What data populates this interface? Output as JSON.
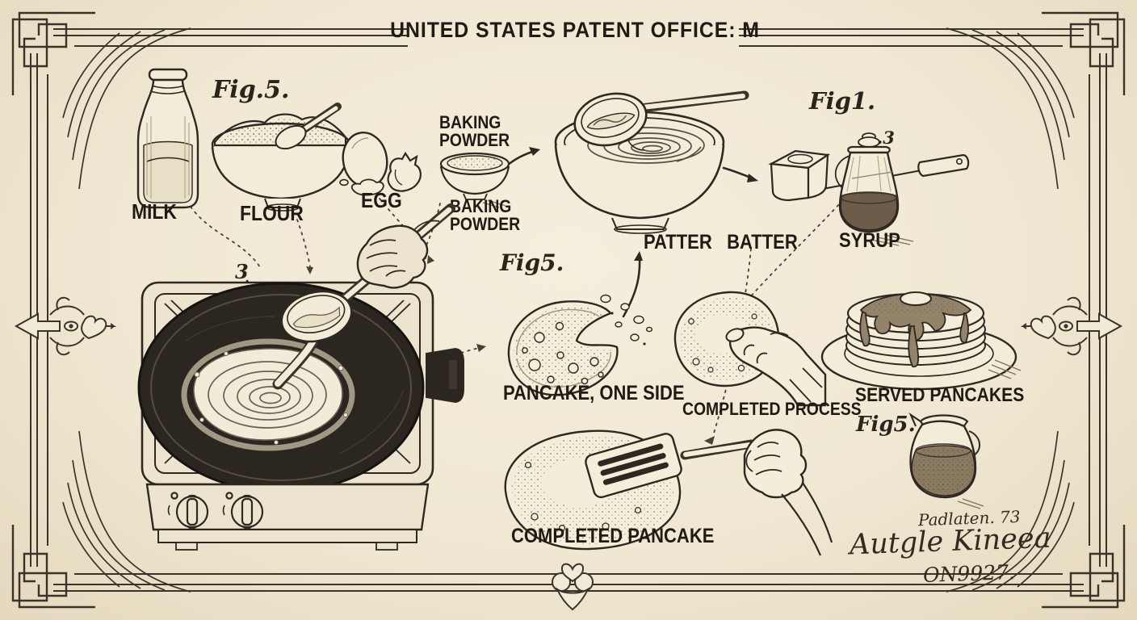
{
  "title": "UNITED STATES PATENT OFFICE: M",
  "figure_labels": {
    "top_left": "Fig.5.",
    "top_right": "Fig1.",
    "middle": "Fig5.",
    "bottom_right": "Fig5."
  },
  "ingredient_labels": {
    "milk": "MILK",
    "flour": "FLOUR",
    "egg": "EGG",
    "baking_powder_above": "BAKING POWDER",
    "baking_powder_below": "BAKING POWDER"
  },
  "step_labels": {
    "batter": "PATTER BATTER",
    "syrup": "SYRUP",
    "pancake_one_side": "PANCAKE, ONE SIDE",
    "completed_process": "COMPLETED PROCESS",
    "served_pancakes": "SERVED PANCAKES",
    "completed_pancake": "COMPLETED PANCAKE"
  },
  "annotations": {
    "griddle_ref": "3",
    "syrup_ref": ".3"
  },
  "signature": {
    "line1": "Padlaten. 73",
    "line2": "Autgle Kineea",
    "line3": "ON9927."
  },
  "colors": {
    "paper": "#f1ead7",
    "ink": "#2c2620",
    "label_ink": "#1f1a14",
    "griddle_dark": "#2b2620",
    "syrup_brown": "#8a7a62"
  }
}
